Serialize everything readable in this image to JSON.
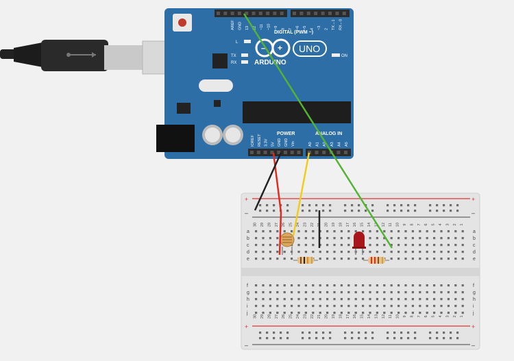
{
  "board": {
    "brand": "ARDUINO",
    "model": "UNO",
    "digital_label": "DIGITAL (PWM ~)",
    "power_label": "POWER",
    "analog_label": "ANALOG IN",
    "led_l": "L",
    "led_tx": "TX",
    "led_rx": "RX",
    "led_on": "ON",
    "digital_pins": [
      "AREF",
      "GND",
      "13",
      "12",
      "~11",
      "~10",
      "~9",
      "8",
      "7",
      "~6",
      "~5",
      "4",
      "~3",
      "2",
      "TX→1",
      "RX←0"
    ],
    "power_pins": [
      "IOREF",
      "RESET",
      "3.3V",
      "5V",
      "GND",
      "GND",
      "Vin"
    ],
    "analog_pins": [
      "A0",
      "A1",
      "A2",
      "A3",
      "A4",
      "A5"
    ]
  },
  "breadboard": {
    "rail_plus": "+",
    "rail_minus": "–",
    "row_letters_top": [
      "a",
      "b",
      "c",
      "d",
      "e"
    ],
    "row_letters_bottom": [
      "f",
      "g",
      "h",
      "i",
      "j"
    ],
    "column_numbers": [
      "30",
      "29",
      "28",
      "27",
      "26",
      "25",
      "24",
      "23",
      "22",
      "21",
      "20",
      "19",
      "18",
      "17",
      "16",
      "15",
      "14",
      "13",
      "12",
      "11",
      "10",
      "9",
      "8",
      "7",
      "6",
      "5",
      "4",
      "3",
      "2",
      "1"
    ]
  },
  "colors": {
    "background": "#f1f1f1",
    "board_blue": "#2d6ea6",
    "wire_red": "#e02b20",
    "wire_black": "#222222",
    "wire_yellow": "#f2cc1d",
    "wire_green": "#53b335",
    "led_red": "#a8151a"
  }
}
